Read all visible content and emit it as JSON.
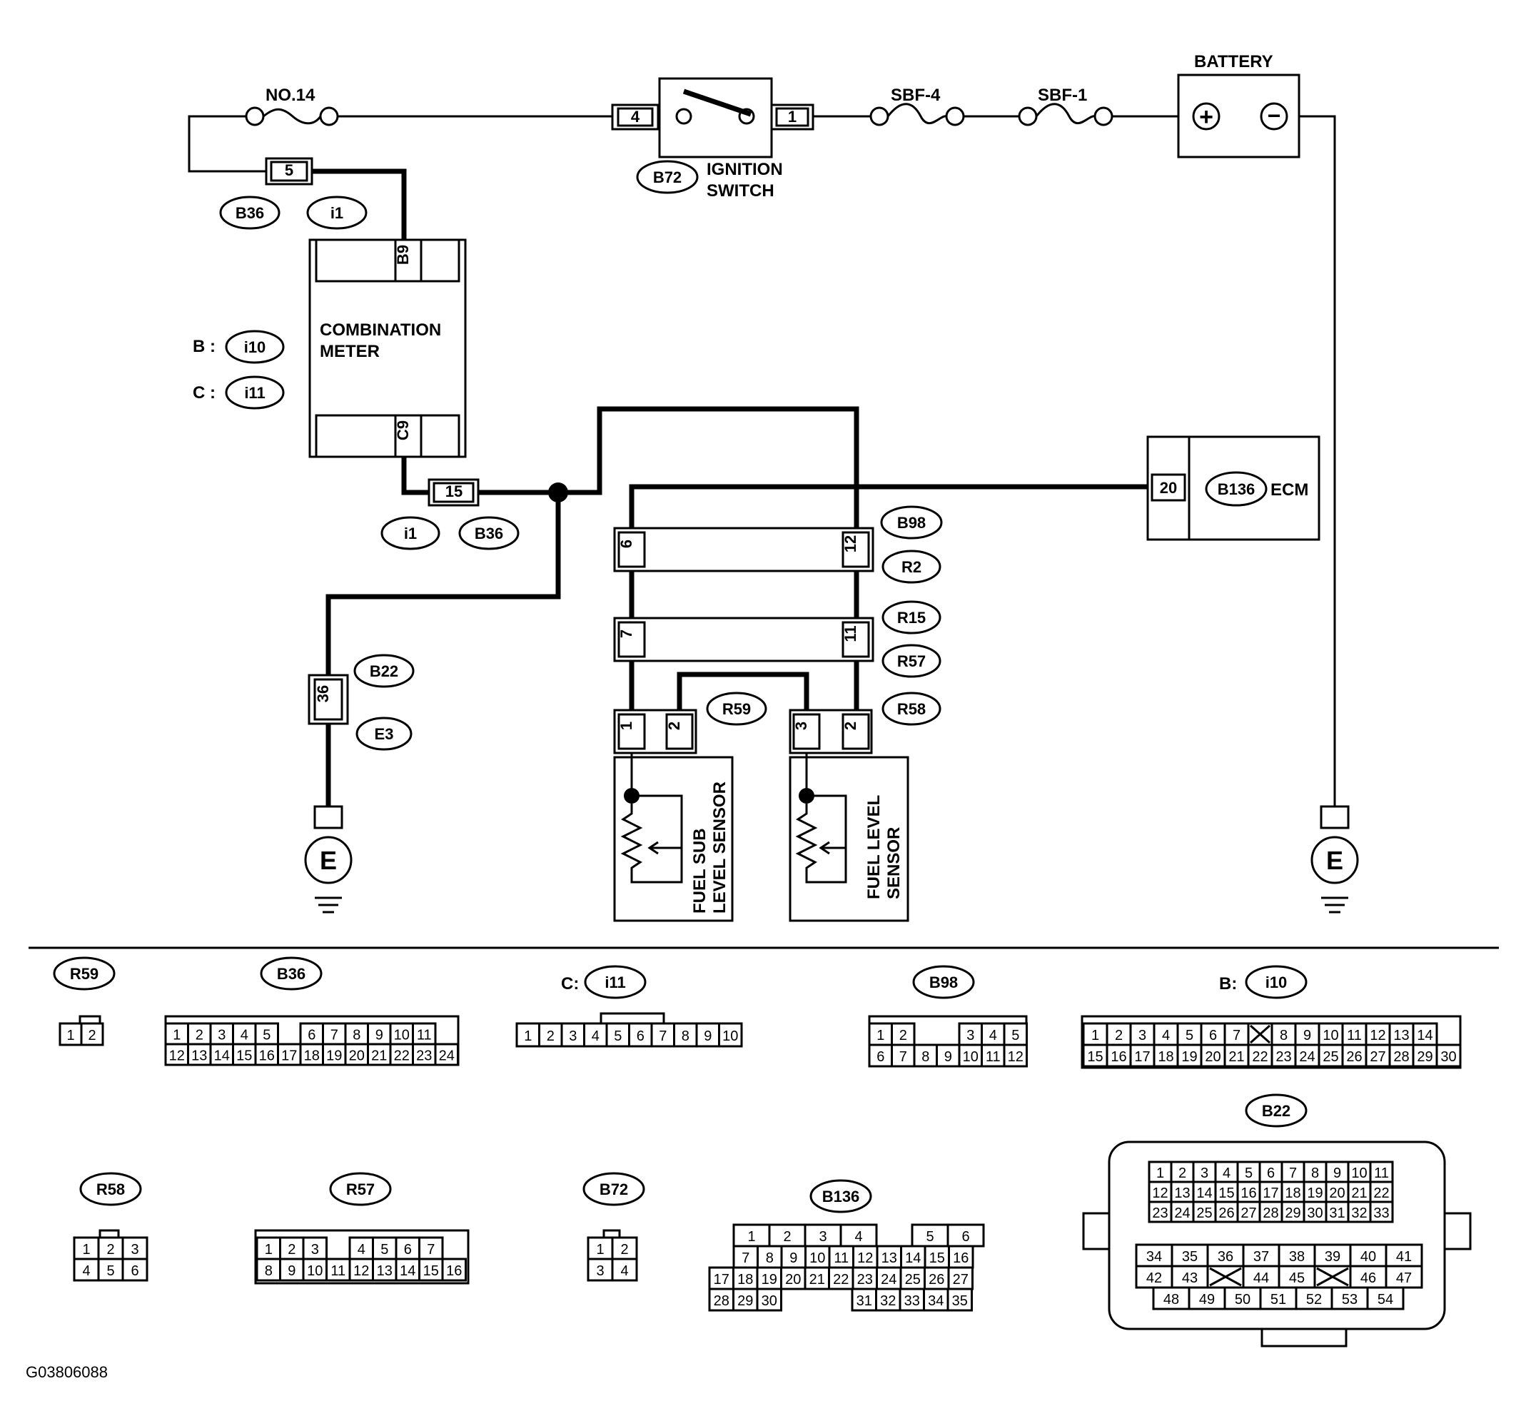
{
  "figure_code": "G03806088",
  "labels": {
    "no14": "NO.14",
    "sbf4": "SBF-4",
    "sbf1": "SBF-1",
    "battery": "BATTERY",
    "ignition_switch_1": "IGNITION",
    "ignition_switch_2": "SWITCH",
    "combination_meter_1": "COMBINATION",
    "combination_meter_2": "METER",
    "ecm": "ECM",
    "b_prefix": "B :",
    "c_prefix": "C :",
    "fuel_sub_sensor_1": "FUEL SUB",
    "fuel_sub_sensor_2": "LEVEL SENSOR",
    "fuel_level_sensor_1": "FUEL LEVEL",
    "fuel_level_sensor_2": "SENSOR",
    "ground": "E",
    "plus": "+",
    "minus": "−"
  },
  "connector_ids": {
    "B72": "B72",
    "B36": "B36",
    "i1": "i1",
    "i10": "i10",
    "i11": "i11",
    "B136": "B136",
    "B98": "B98",
    "R2": "R2",
    "R15": "R15",
    "R57": "R57",
    "R59": "R59",
    "R58": "R58",
    "B22": "B22",
    "E3": "E3"
  },
  "pins": {
    "ign_4": "4",
    "ign_1": "1",
    "b36_5": "5",
    "b9": "B9",
    "c9": "C9",
    "b36_15": "15",
    "ecm_20": "20",
    "b98_6": "6",
    "b98_12": "12",
    "r15_7": "7",
    "r15_11": "11",
    "b22_36": "36",
    "r59_1": "1",
    "r59_2": "2",
    "r58_3": "3",
    "r58_2": "2"
  },
  "legend": {
    "r59_title": "R59",
    "r59_pins": [
      "1",
      "2"
    ],
    "b36_title": "B36",
    "b36_rows": [
      [
        "1",
        "2",
        "3",
        "4",
        "5",
        "",
        "6",
        "7",
        "8",
        "9",
        "10",
        "11"
      ],
      [
        "12",
        "13",
        "14",
        "15",
        "16",
        "17",
        "18",
        "19",
        "20",
        "21",
        "22",
        "23",
        "24"
      ]
    ],
    "i11_prefix": "C:",
    "i11_title": "i11",
    "i11_pins": [
      "1",
      "2",
      "3",
      "4",
      "5",
      "6",
      "7",
      "8",
      "9",
      "10"
    ],
    "b98_title": "B98",
    "b98_rows": [
      [
        "1",
        "2",
        "",
        "",
        "3",
        "4",
        "5"
      ],
      [
        "6",
        "7",
        "8",
        "9",
        "10",
        "11",
        "12"
      ]
    ],
    "i10_prefix": "B:",
    "i10_title": "i10",
    "i10_rows": [
      [
        "1",
        "2",
        "3",
        "4",
        "5",
        "6",
        "7",
        "X",
        "8",
        "9",
        "10",
        "11",
        "12",
        "13",
        "14"
      ],
      [
        "15",
        "16",
        "17",
        "18",
        "19",
        "20",
        "21",
        "22",
        "23",
        "24",
        "25",
        "26",
        "27",
        "28",
        "29",
        "30"
      ]
    ],
    "b22_title": "B22",
    "b22_rows": [
      [
        "1",
        "2",
        "3",
        "4",
        "5",
        "6",
        "7",
        "8",
        "9",
        "10",
        "11"
      ],
      [
        "12",
        "13",
        "14",
        "15",
        "16",
        "17",
        "18",
        "19",
        "20",
        "21",
        "22"
      ],
      [
        "23",
        "24",
        "25",
        "26",
        "27",
        "28",
        "29",
        "30",
        "31",
        "32",
        "33"
      ],
      [
        "34",
        "35",
        "36",
        "37",
        "38",
        "39",
        "40",
        "41"
      ],
      [
        "42",
        "43",
        "X",
        "44",
        "45",
        "X",
        "46",
        "47"
      ],
      [
        "48",
        "49",
        "50",
        "51",
        "52",
        "53",
        "54"
      ]
    ],
    "r58_title": "R58",
    "r58_rows": [
      [
        "1",
        "2",
        "3"
      ],
      [
        "4",
        "5",
        "6"
      ]
    ],
    "r57_title": "R57",
    "r57_rows": [
      [
        "1",
        "2",
        "3",
        "",
        "4",
        "5",
        "6",
        "7"
      ],
      [
        "8",
        "9",
        "10",
        "11",
        "12",
        "13",
        "14",
        "15",
        "16"
      ]
    ],
    "b72_title": "B72",
    "b72_rows": [
      [
        "1",
        "2"
      ],
      [
        "3",
        "4"
      ]
    ],
    "b136_title": "B136",
    "b136_rows": [
      [
        "1",
        "2",
        "3",
        "4",
        "",
        "5",
        "6"
      ],
      [
        "7",
        "8",
        "9",
        "10",
        "11",
        "12",
        "13",
        "14",
        "15",
        "16"
      ],
      [
        "17",
        "18",
        "19",
        "20",
        "21",
        "22",
        "23",
        "24",
        "25",
        "26",
        "27"
      ],
      [
        "28",
        "29",
        "30",
        "31",
        "32",
        "33",
        "34",
        "35"
      ]
    ]
  }
}
